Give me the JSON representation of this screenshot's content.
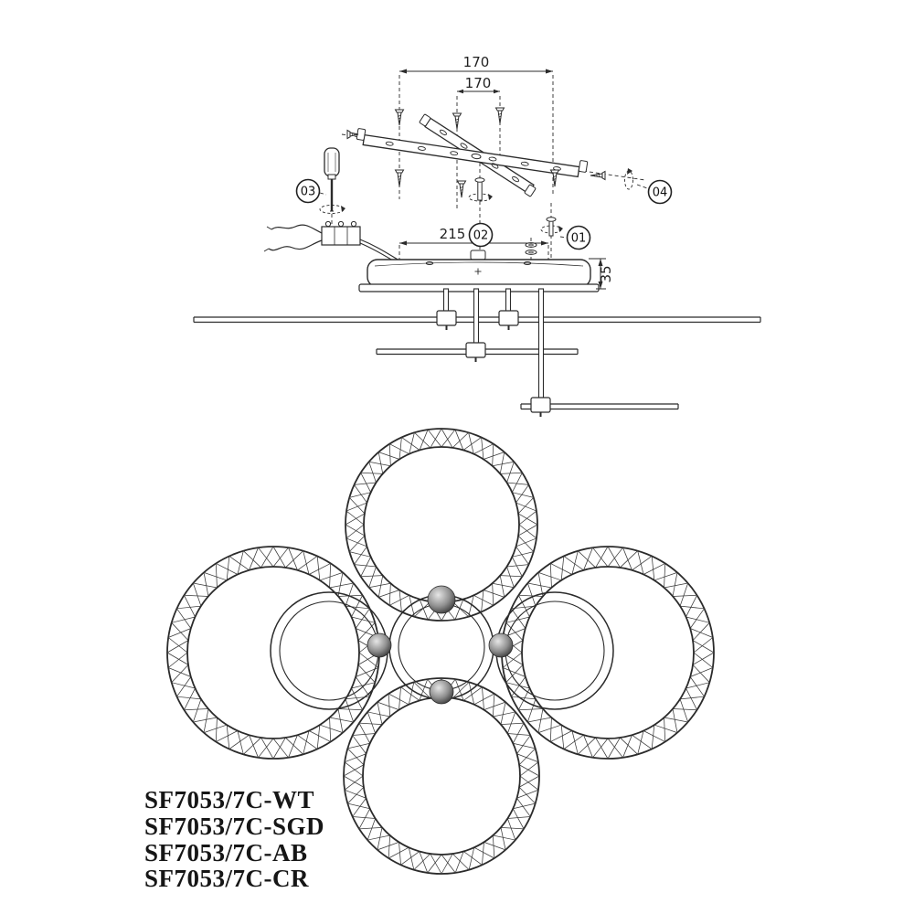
{
  "dims": {
    "outer_holes": "170",
    "inner_holes": "170",
    "canopy_width": "215",
    "canopy_height": "35"
  },
  "steps": {
    "s01": "01",
    "s02": "02",
    "s03": "03",
    "s04": "04"
  },
  "models": [
    "SF7053/7C-WT",
    "SF7053/7C-SGD",
    "SF7053/7C-AB",
    "SF7053/7C-CR"
  ],
  "colors": {
    "ink": "#2b2b2b",
    "background": "#ffffff"
  }
}
